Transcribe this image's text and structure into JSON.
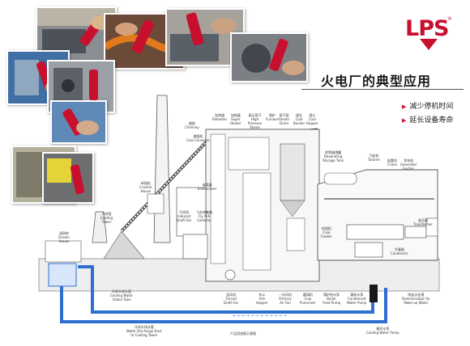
{
  "brand": {
    "logo_text": "LPS",
    "registered_mark": "®",
    "accent_color": "#c8102e"
  },
  "title": "火电厂的典型应用",
  "bullets": [
    "减少停机时间",
    "延长设备寿命"
  ],
  "diagram": {
    "labels": {
      "reheater": "加热器\nReheater",
      "super_heater": "加热器\nSuper\nHeater",
      "high_pressure_steam": "高压蒸汽\nHigh\nPressure\nSteam",
      "furnace": "锅炉\nFurnace",
      "steam_drum": "蒸汽鼓\nSteam\nDrum",
      "coal_bunker": "煤仓\nCoal\nBunker",
      "coal_hopper": "煤斗\nCoal\nHopper",
      "deaerating_storage_tank": "除氧器储罐\nDeaerating\nStorage Tank",
      "turbine": "汽轮机\nTurbine",
      "crane": "起重机\nCrane",
      "generator_exciter": "发电机\nGenerator\nExciter",
      "chimney": "烟囱\nChimney",
      "coal_conveyor": "输煤机\nCoal Conveyor",
      "crusher_house": "碎煤机\nCrusher\nHouse",
      "economizer": "省煤器\nEconomizer",
      "cooling_tower": "冷却塔\nCooling\nTower",
      "induced_draft_fan": "引风机\nInduced\nDraft Fan",
      "fly_ash_collector": "飞灰收集器\nFly Ash\nCollector",
      "coal_feeder": "给煤机\nCoal\nFeeder",
      "transformer": "变压器\nTransformer",
      "screen_house": "滤网房\nScreen\nHouse",
      "condenser": "冷凝器\nCondenser",
      "cooling_water_intake_tube": "冷却水进水管\nCooling Water\nIntake Tube",
      "forced_draft_fan": "送风机\nForced\nDraft Fan",
      "ash_hopper": "灰斗\nAsh\nHopper",
      "primary_air_fan": "一次风机\nPrimary\nAir Fan",
      "coal_pulverizer": "磨煤机\nCoal\nPulverizer",
      "boiler_feed_pump": "锅炉给水泵\nBoiler\nFeed Pump",
      "condensed_water_pump": "凝结水泵\nCondensed\nWater Pump",
      "demineralizer": "除盐水处理\nDemineralizer for\nMake-up Water",
      "circulating_water_pump": "循环水泵\nCooling Water Pump",
      "water_discharge_duct": "冷却水排水管\nWater Discharge Duct\nto Cooling Tower",
      "bottom_note": "产品用途图示意图"
    },
    "colors": {
      "water_blue": "#2e6fd1",
      "line": "#5a5a5a",
      "bg_fill": "#eeeeee"
    }
  }
}
